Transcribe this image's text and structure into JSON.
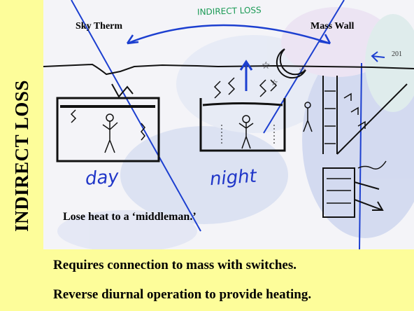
{
  "slide": {
    "side_title": "INDIRECT LOSS",
    "diagram": {
      "handwritten_header": "INDIRECT LOSS",
      "label_left": "Sky Therm",
      "label_right": "Mass Wall",
      "page_number": "201",
      "handwritten_day": "day",
      "handwritten_night": "night",
      "caption": "Lose heat to a ‘middleman.’"
    },
    "bullets": [
      "Requires connection to mass with switches.",
      "Reverse diurnal operation to provide heating."
    ]
  }
}
